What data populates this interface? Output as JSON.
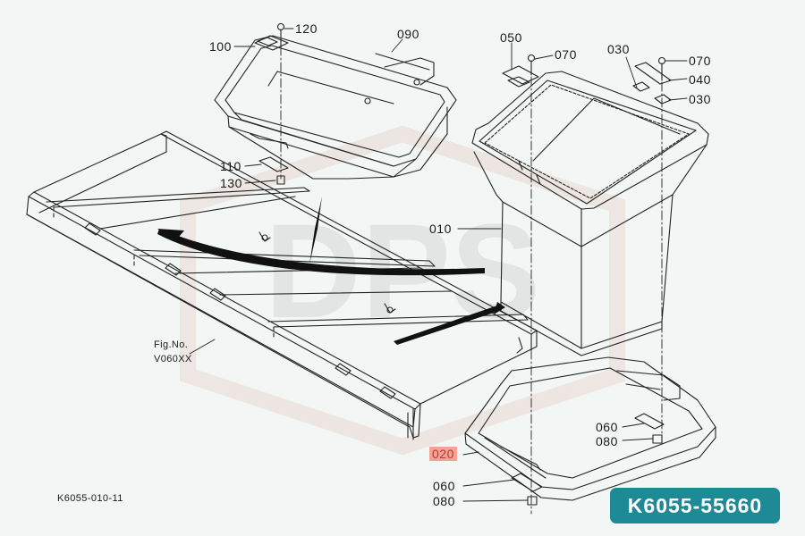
{
  "watermark": "DPS",
  "figure_ref": {
    "line1": "Fig.No.",
    "line2": "V060XX"
  },
  "drawing_id": "K6055-010-11",
  "part_number": "K6055-55660",
  "highlighted_callout": "020",
  "callouts": {
    "c120": "120",
    "c100": "100",
    "c090": "090",
    "c110": "110",
    "c130": "130",
    "c050": "050",
    "c070a": "070",
    "c030a": "030",
    "c070b": "070",
    "c040": "040",
    "c030b": "030",
    "c010": "010",
    "c060a": "060",
    "c080a": "080",
    "c020": "020",
    "c060b": "060",
    "c080b": "080"
  },
  "colors": {
    "background": "#f2f6f5",
    "badge": "#1e8a96",
    "highlight": "#f4a197",
    "line": "#222222"
  }
}
